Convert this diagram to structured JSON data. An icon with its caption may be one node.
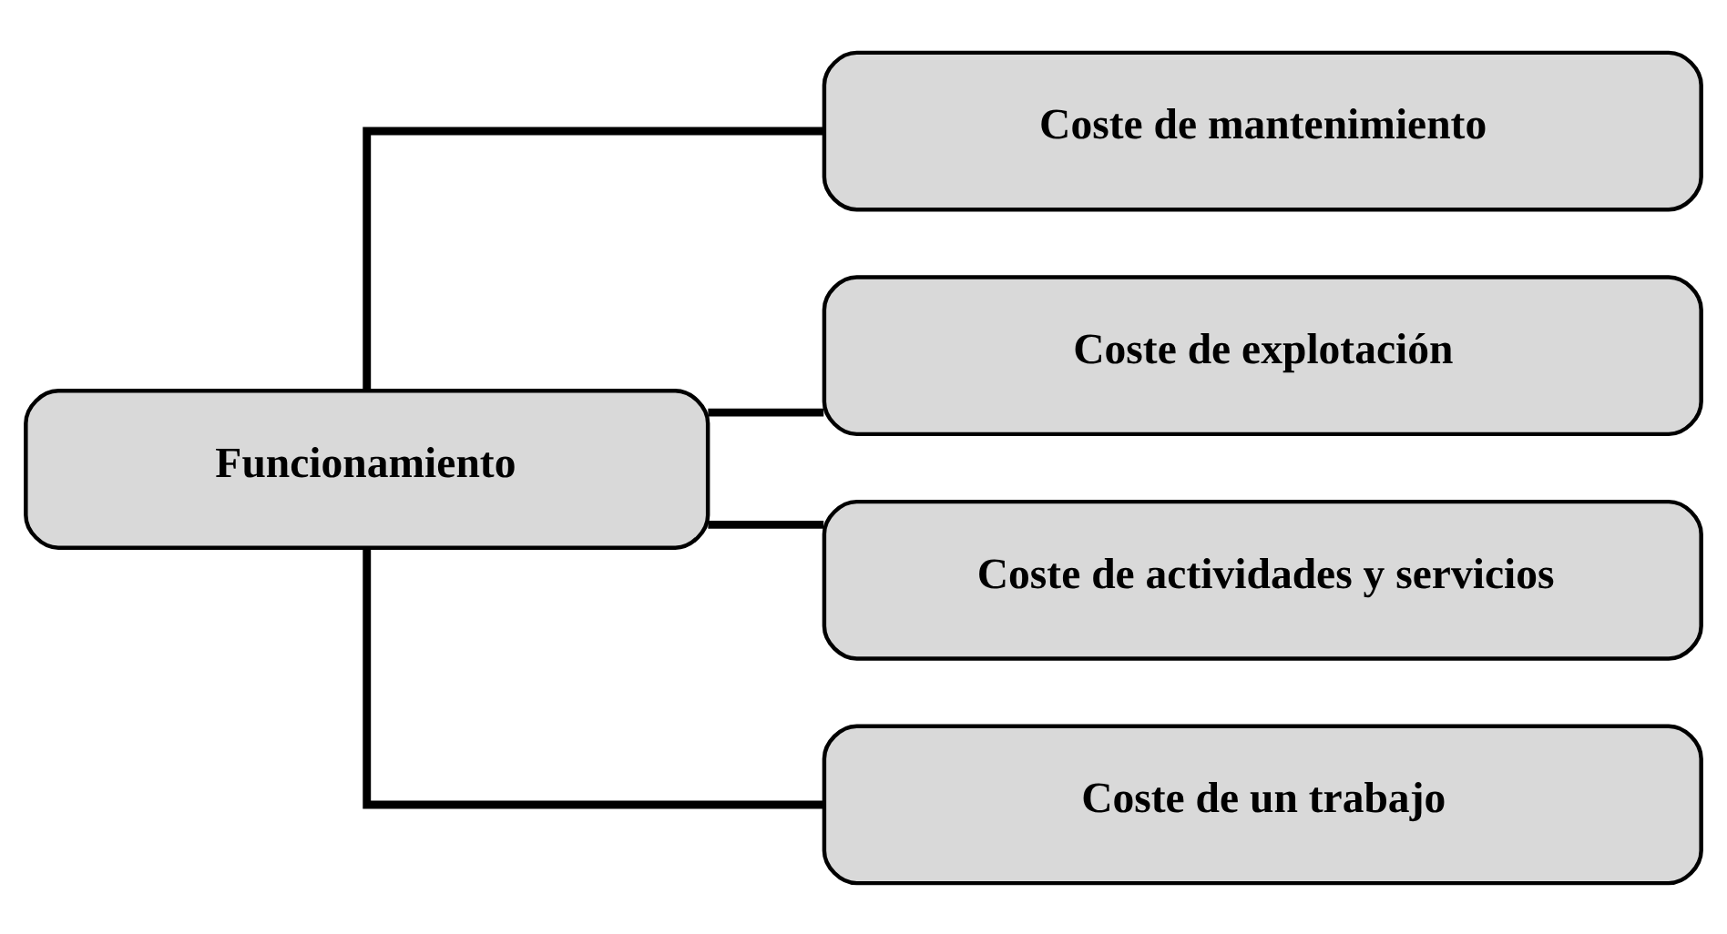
{
  "diagram": {
    "nodes": [
      {
        "text": [
          "Funcionamiento"
        ]
      },
      {
        "text": [
          "Coste de mantenimiento"
        ]
      },
      {
        "text": [
          "Coste de explotación"
        ]
      },
      {
        "text": [
          "Coste de actividades y servicios"
        ]
      },
      {
        "text": [
          "Coste de un trabajo"
        ]
      }
    ],
    "edges": [
      {
        "from": 0,
        "to": 1,
        "arrow": "none"
      },
      {
        "from": 0,
        "to": 2,
        "arrow": "none"
      },
      {
        "from": 0,
        "to": 3,
        "arrow": "none"
      },
      {
        "from": 0,
        "to": 4,
        "arrow": "none"
      }
    ]
  }
}
